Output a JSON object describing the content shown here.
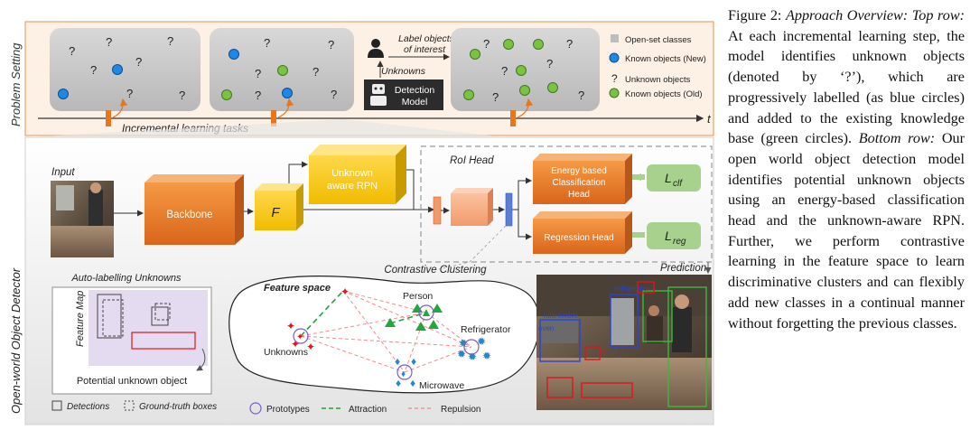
{
  "problem_setting": {
    "section_label": "Problem Setting",
    "label_objects_line1": "Label objects",
    "label_objects_line2": "of interest",
    "unknowns_label": "Unknowns",
    "detection_model_line1": "Detection",
    "detection_model_line2": "Model",
    "timeline_label": "Incremental learning tasks",
    "time_axis": "t",
    "question_mark": "?",
    "legend": [
      {
        "text": "Open-set classes",
        "marker": "gray-square"
      },
      {
        "text": "Known objects (New)",
        "marker": "blue-circle"
      },
      {
        "text": "Unknown objects",
        "marker": "question-mark"
      },
      {
        "text": "Known objects (Old)",
        "marker": "green-circle"
      }
    ]
  },
  "detector": {
    "section_label": "Open-world Object Detector",
    "input_label": "Input",
    "backbone_label": "Backbone",
    "feature_label": "F",
    "rpn_line1": "Unknown",
    "rpn_line2": "aware RPN",
    "roi_head_label": "RoI Head",
    "cls_head_line1": "Energy based",
    "cls_head_line2": "Classification",
    "cls_head_line3": "Head",
    "reg_head_label": "Regression Head",
    "loss_clf": "L",
    "loss_clf_sub": "clf",
    "loss_reg": "L",
    "loss_reg_sub": "reg",
    "prediction_label": "Prediction"
  },
  "auto_labelling": {
    "title": "Auto-labelling Unknowns",
    "feature_map_label": "Feature Map",
    "potential_label": "Potential unknown object",
    "detections_legend": "Detections",
    "gt_legend": "Ground-truth boxes"
  },
  "contrastive": {
    "title": "Contrastive Clustering",
    "feature_space_label": "Feature space",
    "person_label": "Person",
    "refrigerator_label": "Refrigerator",
    "unknowns_label": "Unknowns",
    "microwave_label": "Microwave",
    "legend_prototypes": "Prototypes",
    "legend_attraction": "Attraction",
    "legend_repulsion": "Repulsion"
  },
  "prediction_boxes": {
    "refrigerator": "refrigerator",
    "microwave": "microwave",
    "oven": "oven",
    "unknown": "?"
  },
  "caption": {
    "figure_label": "Figure 2:",
    "title": "Approach Overview:",
    "top_row_label": "Top row:",
    "text1": "At each incremental learning step, the model identifies unknown objects (denoted by ‘?’), which are progressively labelled (as blue circles) and added to the existing knowledge base (green circles).",
    "bottom_row_label": "Bottom row:",
    "text2": "Our open world object detection model identifies potential unknown objects using an energy-based classification head and the unknown-aware RPN. Further, we perform contrastive learning in the feature space to learn discriminative clusters and can flexibly add new classes in a continual manner without forgetting the previous classes."
  },
  "colors": {
    "known_new": "#1e88e5",
    "known_old": "#7cc242",
    "orange_block": "#e8761e",
    "yellow_block": "#f2c200",
    "loss_green": "#a8d18d",
    "attraction": "#2e9d3c",
    "repulsion": "#f28a8a",
    "unknown_red": "#e0141c"
  }
}
